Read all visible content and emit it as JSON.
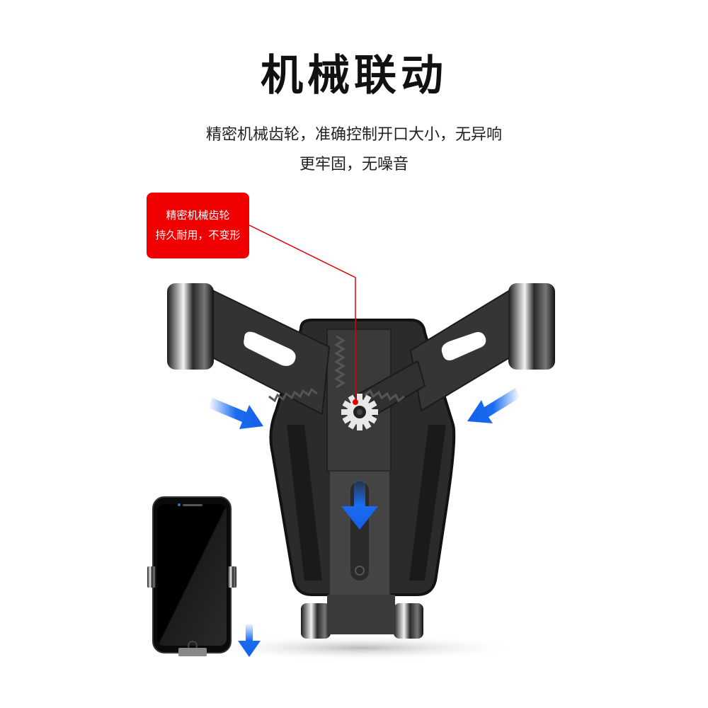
{
  "header": {
    "title": "机械联动",
    "subtitle_lines": [
      "精密机械齿轮，准确控制开口大小，无异响",
      "更牢固，无噪音"
    ]
  },
  "callout": {
    "line1": "精密机械齿轮",
    "line2": "持久耐用，不变形",
    "color": "#f00000"
  },
  "illustration": {
    "product": "gravity car phone holder",
    "icons": [
      "gear-icon",
      "arrow-right-down-icon",
      "arrow-left-down-icon",
      "arrow-down-icon",
      "phone-icon"
    ],
    "accent_color": "#1a6cf0"
  }
}
